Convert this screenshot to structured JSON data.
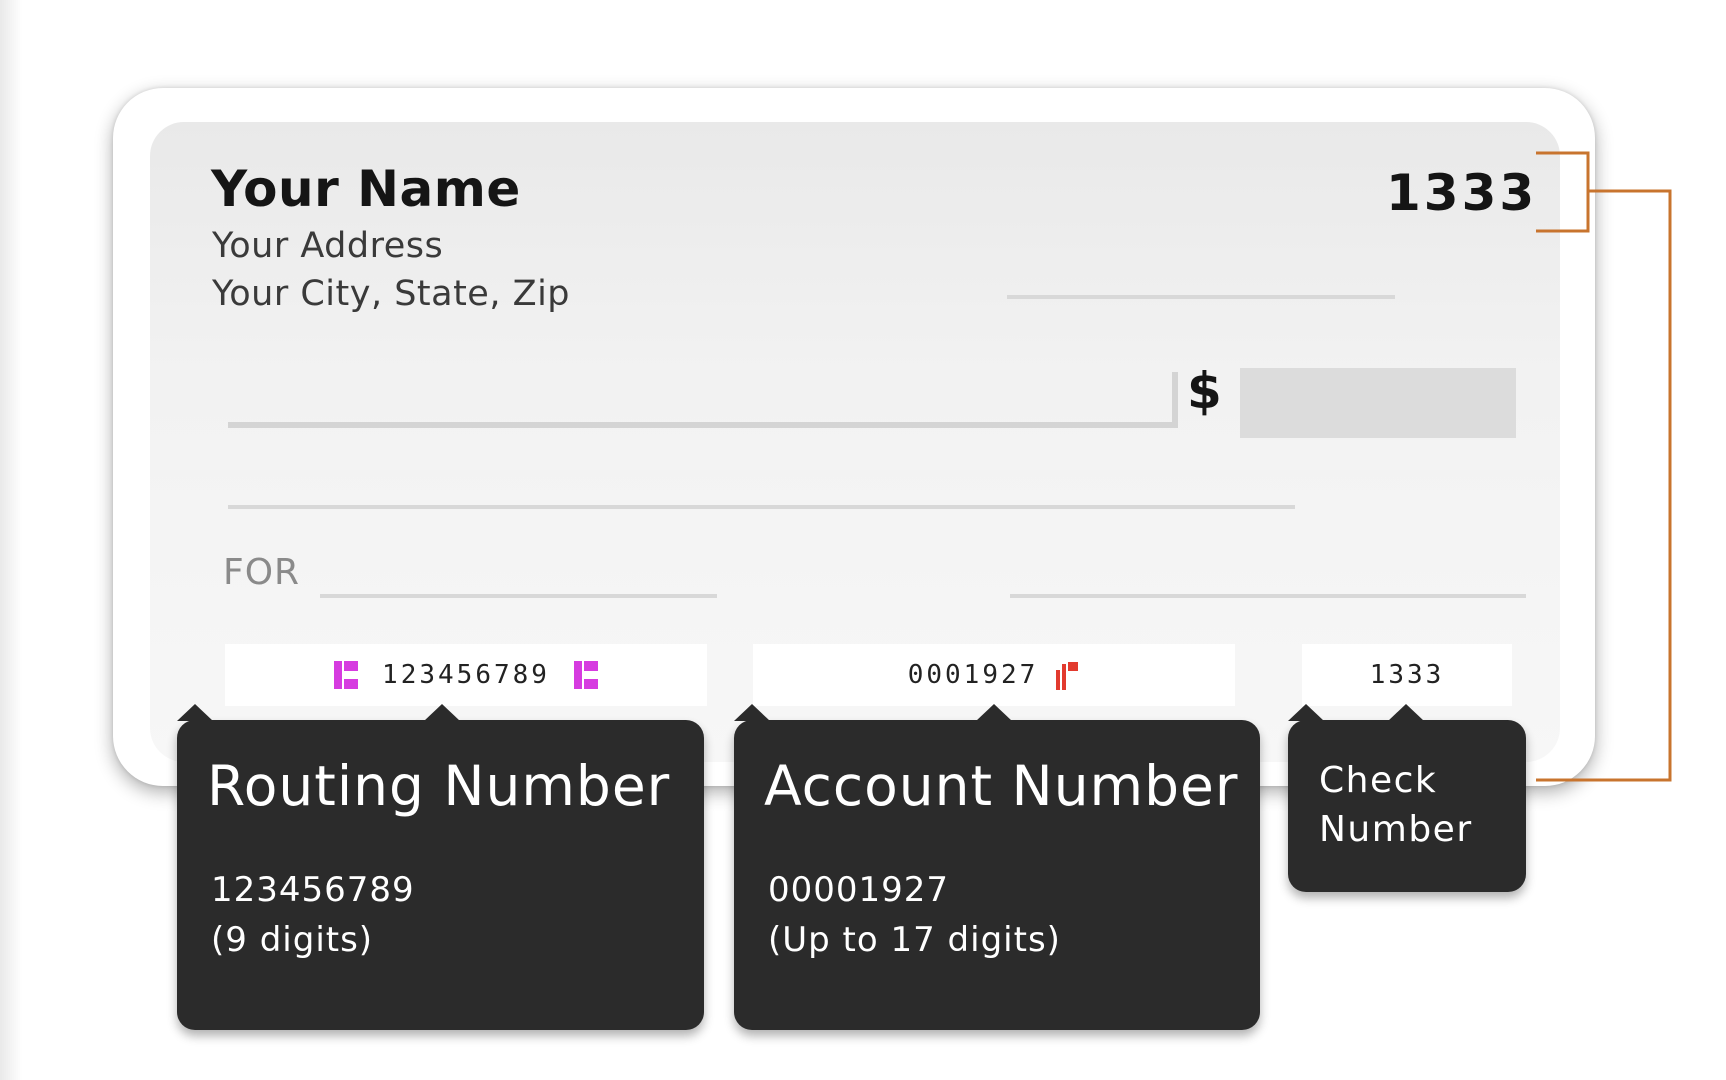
{
  "check": {
    "name": "Your Name",
    "address": "Your Address",
    "city_state_zip": "Your City, State, Zip",
    "check_number": "1333",
    "dollar_sign": "$",
    "memo_label": "FOR"
  },
  "micr": {
    "routing": "123456789",
    "account": "0001927",
    "check": "1333"
  },
  "callouts": {
    "routing": {
      "title": "Routing Number",
      "value": "123456789",
      "note": "(9 digits)"
    },
    "account": {
      "title": "Account Number",
      "value": "00001927",
      "note": "(Up to 17 digits)"
    },
    "check": {
      "title_line1": "Check",
      "title_line2": "Number"
    }
  },
  "colors": {
    "callout_bg": "#2b2b2b",
    "bracket": "#c8742e",
    "micr_transit_symbol": "#d63be0",
    "micr_onus_symbol": "#e23a2e"
  }
}
